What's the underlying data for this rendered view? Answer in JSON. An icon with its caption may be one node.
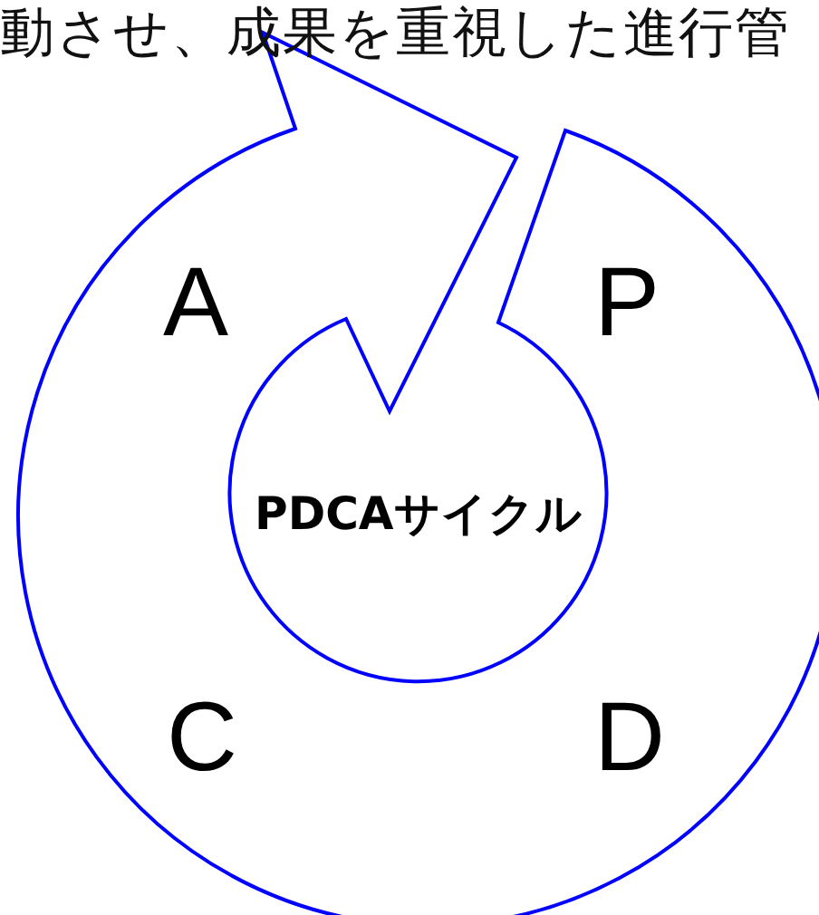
{
  "diagram": {
    "nodes": [
      {
        "text": [
          "PDCAサイクル"
        ]
      }
    ],
    "labels": [
      "動させ、成果を重視した進行管",
      "A",
      "P",
      "C",
      "D"
    ]
  }
}
